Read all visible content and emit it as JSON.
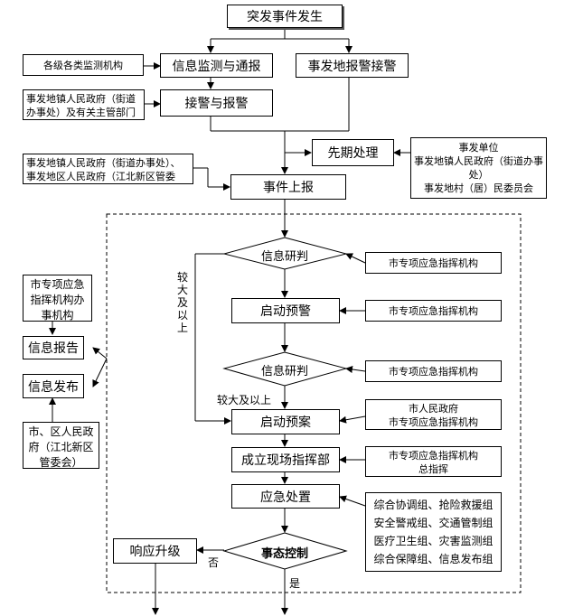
{
  "nodes": {
    "start": "突发事件发生",
    "monitor": "信息监测与通报",
    "local_alarm": "事发地报警接警",
    "receive": "接警与报警",
    "first_aid": "先期处理",
    "report": "事件上报",
    "research1": "信息研判",
    "warning": "启动预警",
    "research2": "信息研判",
    "plan": "启动预案",
    "command": "成立现场指挥部",
    "response": "应急处置",
    "control": "事态控制",
    "upgrade": "响应升级",
    "info_report": "信息报告",
    "info_release": "信息发布"
  },
  "side_notes": {
    "monitor_org": "各级各类监测机构",
    "receive_org": "事发地镇人民政府（街道办事处）及有关主管部门",
    "report_org": "事发地镇人民政府（街道办事处）、事发地区人民政府（江北新区管委会）",
    "first_aid_orgs": [
      "事发单位",
      "事发地镇人民政府（街道办事处）",
      "事发地村（居）民委员会"
    ],
    "research1_org": "市专项应急指挥机构",
    "warning_org": "市专项应急指挥机构",
    "research2_org": "市专项应急指挥机构",
    "plan_orgs": [
      "市人民政府",
      "市专项应急指挥机构"
    ],
    "command_orgs": [
      "市专项应急指挥机构",
      "总指挥"
    ],
    "response_groups": [
      "综合协调组、抢险救援组",
      "安全警戒组、交通管制组",
      "医疗卫生组、灾害监测组",
      "综合保障组、信息发布组"
    ],
    "left_top": "市专项应急指挥机构办事机构",
    "left_bottom": "市、区人民政府（江北新区管委会）"
  },
  "labels": {
    "larger1": "较大及以上",
    "larger2": "较大及以上",
    "no": "否",
    "yes": "是"
  }
}
